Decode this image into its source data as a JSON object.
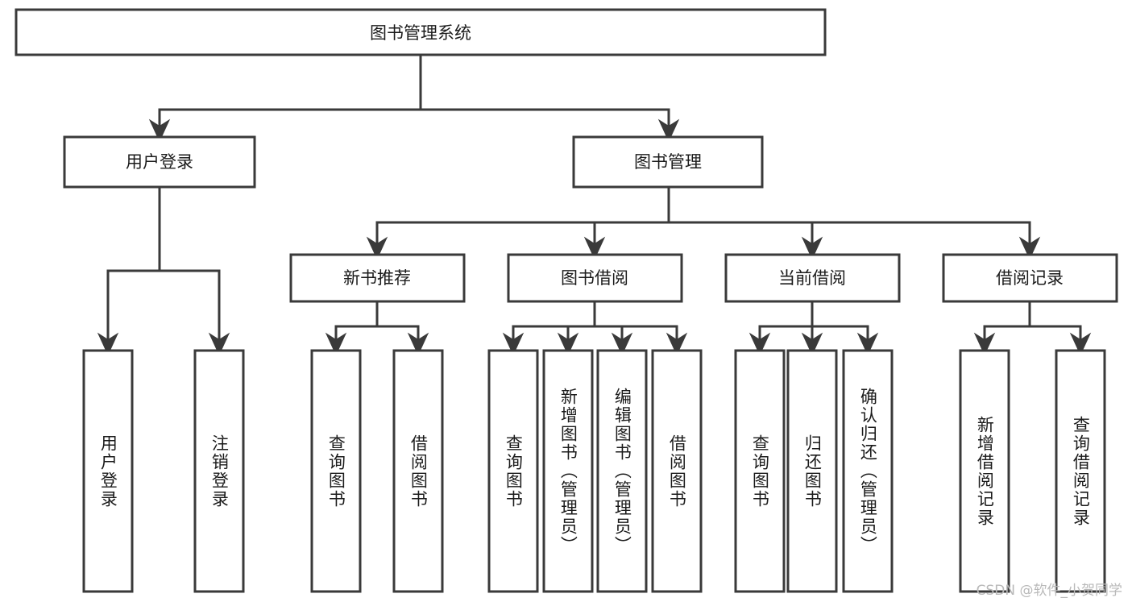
{
  "diagram": {
    "title": "图书管理系统",
    "type": "tree",
    "watermark": "CSDN @软件_小贺同学",
    "colors": {
      "box_stroke": "#3a3a3a",
      "box_fill": "#ffffff",
      "text": "#1b1b1b",
      "background": "#ffffff",
      "watermark": "#b9b9b9"
    },
    "root": {
      "id": "root",
      "label": "图书管理系统"
    },
    "level2": [
      {
        "id": "user-login",
        "label": "用户登录"
      },
      {
        "id": "book-manage",
        "label": "图书管理"
      }
    ],
    "level3": [
      {
        "id": "new-book-recommend",
        "label": "新书推荐",
        "parent": "book-manage"
      },
      {
        "id": "book-borrow",
        "label": "图书借阅",
        "parent": "book-manage"
      },
      {
        "id": "current-borrow",
        "label": "当前借阅",
        "parent": "book-manage"
      },
      {
        "id": "borrow-record",
        "label": "借阅记录",
        "parent": "book-manage"
      }
    ],
    "leaves": [
      {
        "id": "leaf-user-login",
        "label": "用户登录",
        "parent": "user-login"
      },
      {
        "id": "leaf-user-logout",
        "label": "注销登录",
        "parent": "user-login"
      },
      {
        "id": "leaf-query-book-rec",
        "label": "查询图书",
        "parent": "new-book-recommend"
      },
      {
        "id": "leaf-borrow-book-rec",
        "label": "借阅图书",
        "parent": "new-book-recommend"
      },
      {
        "id": "leaf-query-book-bor",
        "label": "查询图书",
        "parent": "book-borrow"
      },
      {
        "id": "leaf-add-book",
        "label": "新增图书（管理员）",
        "parent": "book-borrow"
      },
      {
        "id": "leaf-edit-book",
        "label": "编辑图书（管理员）",
        "parent": "book-borrow"
      },
      {
        "id": "leaf-borrow-book-bor",
        "label": "借阅图书",
        "parent": "book-borrow"
      },
      {
        "id": "leaf-query-book-cur",
        "label": "查询图书",
        "parent": "current-borrow"
      },
      {
        "id": "leaf-return-book",
        "label": "归还图书",
        "parent": "current-borrow"
      },
      {
        "id": "leaf-confirm-return",
        "label": "确认归还（管理员）",
        "parent": "current-borrow"
      },
      {
        "id": "leaf-add-record",
        "label": "新增借阅记录",
        "parent": "borrow-record"
      },
      {
        "id": "leaf-query-record",
        "label": "查询借阅记录",
        "parent": "borrow-record"
      }
    ]
  }
}
